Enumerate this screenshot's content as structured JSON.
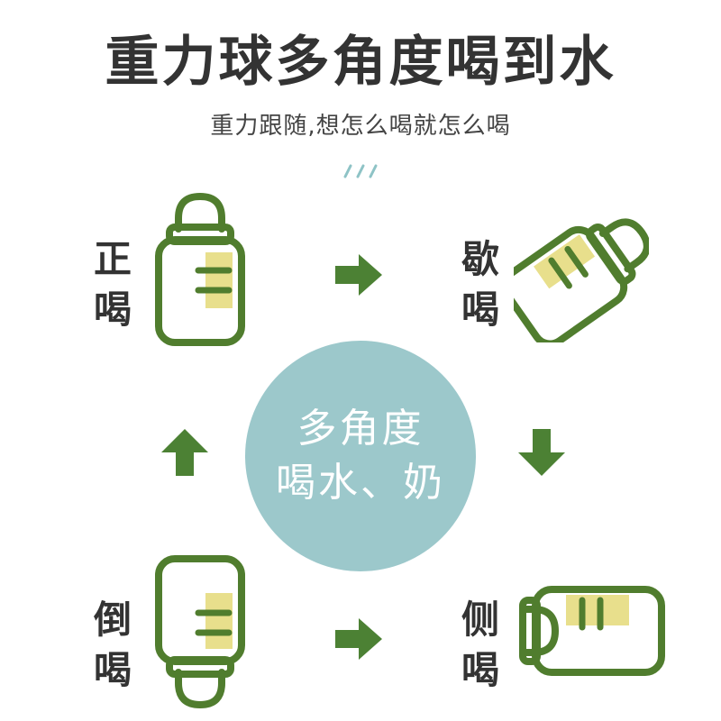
{
  "header": {
    "title": "重力球多角度喝到水",
    "subtitle": "重力跟随,想怎么喝就怎么喝"
  },
  "center": {
    "line1": "多角度",
    "line2": "喝水、奶"
  },
  "modes": [
    {
      "id": "upright",
      "label_top": "正",
      "label_bottom": "喝"
    },
    {
      "id": "tilted",
      "label_top": "歇",
      "label_bottom": "喝"
    },
    {
      "id": "inverted",
      "label_top": "倒",
      "label_bottom": "喝"
    },
    {
      "id": "side",
      "label_top": "侧",
      "label_bottom": "喝"
    }
  ],
  "colors": {
    "bottle_outline": "#507D2E",
    "label_fill": "#E8DF8C",
    "arrow": "#4C8134",
    "circle": "#9CC8CB",
    "ticks": "#8EC3C6"
  },
  "icons": {
    "bottle": "baby-bottle-icon",
    "arrow": "arrow-icon"
  }
}
